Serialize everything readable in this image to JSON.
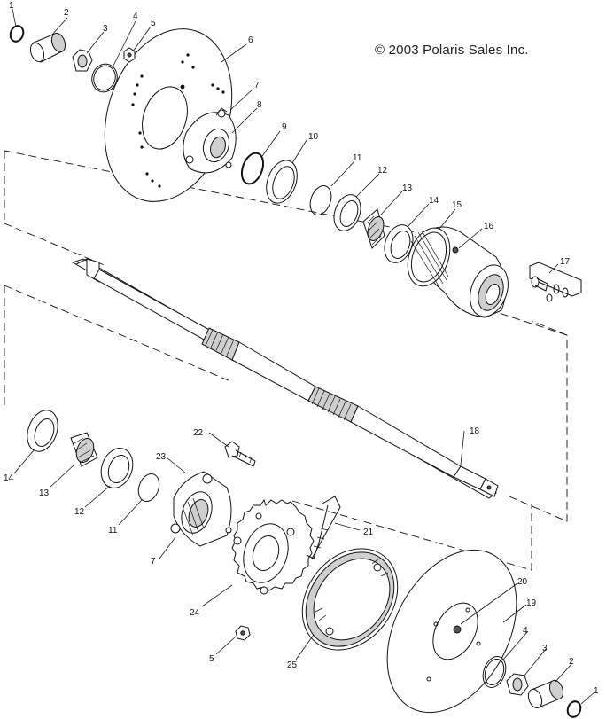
{
  "copyright": "© 2003 Polaris Sales Inc.",
  "callouts": [
    {
      "id": "c1",
      "label": "1"
    },
    {
      "id": "c2",
      "label": "2"
    },
    {
      "id": "c3",
      "label": "3"
    },
    {
      "id": "c4",
      "label": "4"
    },
    {
      "id": "c5",
      "label": "5"
    },
    {
      "id": "c6",
      "label": "6"
    },
    {
      "id": "c7",
      "label": "7"
    },
    {
      "id": "c8",
      "label": "8"
    },
    {
      "id": "c9",
      "label": "9"
    },
    {
      "id": "c10",
      "label": "10"
    },
    {
      "id": "c11",
      "label": "11"
    },
    {
      "id": "c12",
      "label": "12"
    },
    {
      "id": "c13",
      "label": "13"
    },
    {
      "id": "c14",
      "label": "14"
    },
    {
      "id": "c15",
      "label": "15"
    },
    {
      "id": "c16",
      "label": "16"
    },
    {
      "id": "c17",
      "label": "17"
    },
    {
      "id": "c18",
      "label": "18"
    },
    {
      "id": "c14b",
      "label": "14"
    },
    {
      "id": "c13b",
      "label": "13"
    },
    {
      "id": "c12b",
      "label": "12"
    },
    {
      "id": "c11b",
      "label": "11"
    },
    {
      "id": "c7b",
      "label": "7"
    },
    {
      "id": "c22",
      "label": "22"
    },
    {
      "id": "c23",
      "label": "23"
    },
    {
      "id": "c21",
      "label": "21"
    },
    {
      "id": "c24",
      "label": "24"
    },
    {
      "id": "c5b",
      "label": "5"
    },
    {
      "id": "c25",
      "label": "25"
    },
    {
      "id": "c20",
      "label": "20"
    },
    {
      "id": "c19",
      "label": "19"
    },
    {
      "id": "c4b",
      "label": "4"
    },
    {
      "id": "c3b",
      "label": "3"
    },
    {
      "id": "c2b",
      "label": "2"
    },
    {
      "id": "c1b",
      "label": "1"
    }
  ]
}
